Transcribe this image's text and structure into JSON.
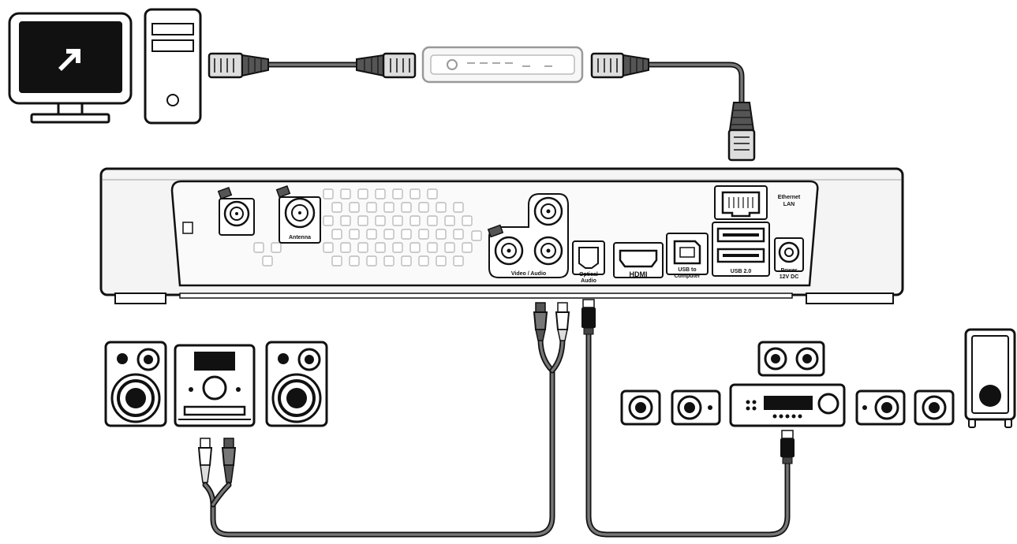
{
  "ports": {
    "antenna": "Antenna",
    "video_audio": "Video / Audio",
    "optical_audio_1": "Optical",
    "optical_audio_2": "Audio",
    "hdmi": "HDMI",
    "usb_computer_1": "USB to",
    "usb_computer_2": "Computer",
    "usb_2": "USB 2.0",
    "power_1": "Power",
    "power_2": "12V DC",
    "ethernet_1": "Ethernet",
    "ethernet_2": "LAN"
  },
  "colors": {
    "line": "#111111",
    "cable": "#777777",
    "panel": "#f2f2f2",
    "screen": "#111111",
    "connector_grey": "#8a8a8a"
  },
  "icons": {
    "computer": "desktop-computer-icon",
    "router": "network-router-icon",
    "stereo": "mini-stereo-system-icon",
    "surround": "surround-sound-system-icon"
  }
}
